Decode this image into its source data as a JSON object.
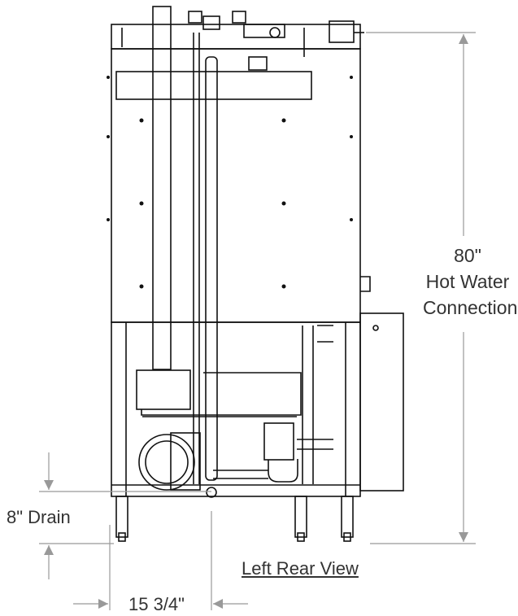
{
  "dimensions": {
    "height_value": "80\"",
    "height_line1": "Hot Water",
    "height_line2": "Connection",
    "drain": "8\" Drain",
    "width": "15 3/4\""
  },
  "view_title": "Left Rear View",
  "colors": {
    "line": "#111111",
    "dimension": "#888888",
    "text": "#333333"
  }
}
